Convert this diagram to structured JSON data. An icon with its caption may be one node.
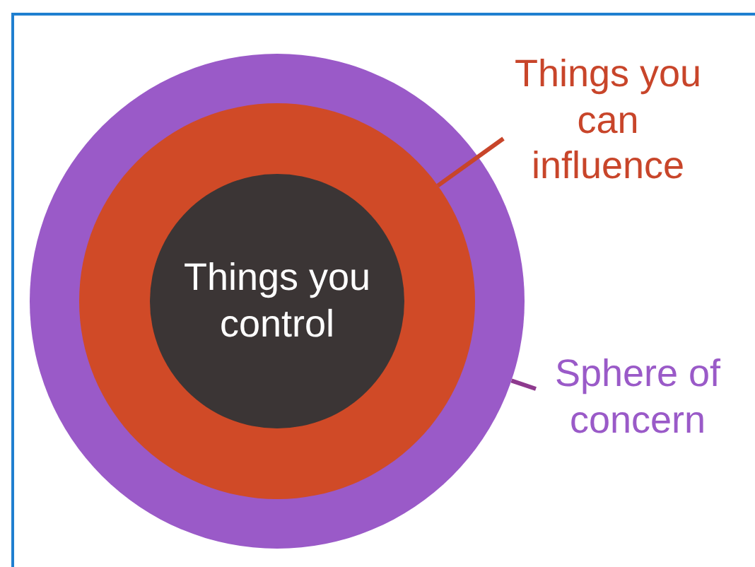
{
  "diagram": {
    "nodes": [
      {
        "text": [],
        "shape": "circle"
      },
      {
        "text": [],
        "shape": "circle",
        "in": 0
      },
      {
        "text": [
          "Things you control"
        ],
        "in": 1
      },
      {
        "text": [
          "Things you can influence"
        ]
      },
      {
        "text": [
          "Sphere of concern"
        ]
      }
    ],
    "edges": [
      {
        "from": 3,
        "to": 1,
        "arrow": "none",
        "color": "#c8452a"
      },
      {
        "from": 4,
        "to": 0,
        "arrow": "none",
        "color": "#8e3a8e"
      }
    ]
  }
}
